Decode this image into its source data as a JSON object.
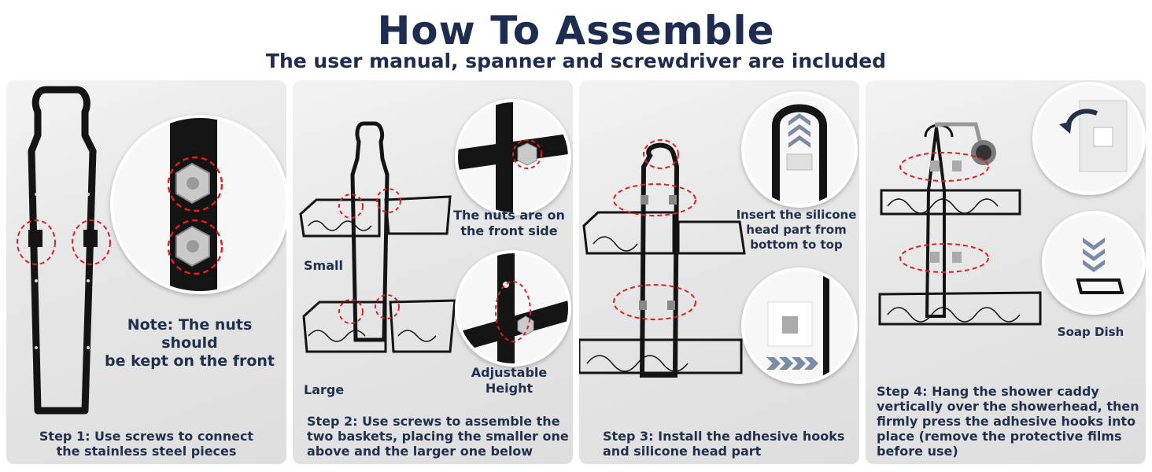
{
  "header": {
    "title": "How To Assemble",
    "subtitle": "The user manual, spanner and screwdriver are included"
  },
  "colors": {
    "title": "#1d2c4f",
    "metal": "#141414",
    "highlight": "#e02020",
    "panel": "#e6e6e6"
  },
  "steps": [
    {
      "caption_line1": "Step 1: Use screws to connect",
      "caption_line2": "the stainless steel pieces",
      "note_line1": "Note: The nuts should",
      "note_line2": "be kept on the front"
    },
    {
      "caption_line1": "Step 2: Use screws to assemble the",
      "caption_line2": "two baskets, placing the smaller one",
      "caption_line3": "above and the larger one below",
      "label_small": "Small",
      "label_large": "Large",
      "label_front_1": "The nuts are on",
      "label_front_2": "the front side",
      "label_adjust_1": "Adjustable",
      "label_adjust_2": "Height"
    },
    {
      "caption_line1": "Step 3: Install the adhesive hooks",
      "caption_line2": "and silicone head part",
      "label_insert_1": "Insert the silicone",
      "label_insert_2": "head part from",
      "label_insert_3": "bottom to top"
    },
    {
      "caption_line1": "Step 4: Hang the shower caddy",
      "caption_line2": "vertically over the showerhead, then",
      "caption_line3": "firmly press the adhesive hooks into",
      "caption_line4": "place (remove the protective films",
      "caption_line5": "before use)",
      "label_soap": "Soap Dish"
    }
  ]
}
